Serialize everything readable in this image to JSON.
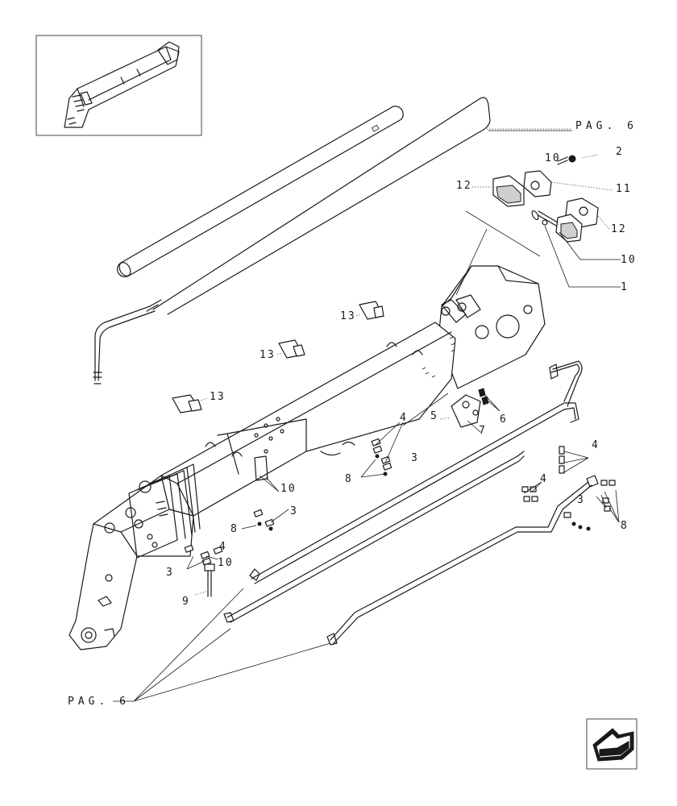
{
  "callouts": {
    "pag_top": "PAG. 6",
    "pag_bottom": "PAG. 6",
    "c10a": "10",
    "c2": "2",
    "c12a": "12",
    "c11": "11",
    "c12b": "12",
    "c10b": "10",
    "c1": "1",
    "c13a": "13",
    "c13b": "13",
    "c13c": "13",
    "c4a": "4",
    "c5": "5",
    "c7": "7",
    "c6": "6",
    "c3a": "3",
    "c8a": "8",
    "c10c": "10",
    "c3b": "3",
    "c8b": "8",
    "c4b": "4",
    "c3c": "3",
    "c10d": "10",
    "c9": "9",
    "c4c": "4",
    "c4d": "4",
    "c3d": "3",
    "c8c": "8"
  },
  "icons": {
    "thumbnail": "machine-overview-thumbnail",
    "nav": "next-page-arrow-icon"
  }
}
